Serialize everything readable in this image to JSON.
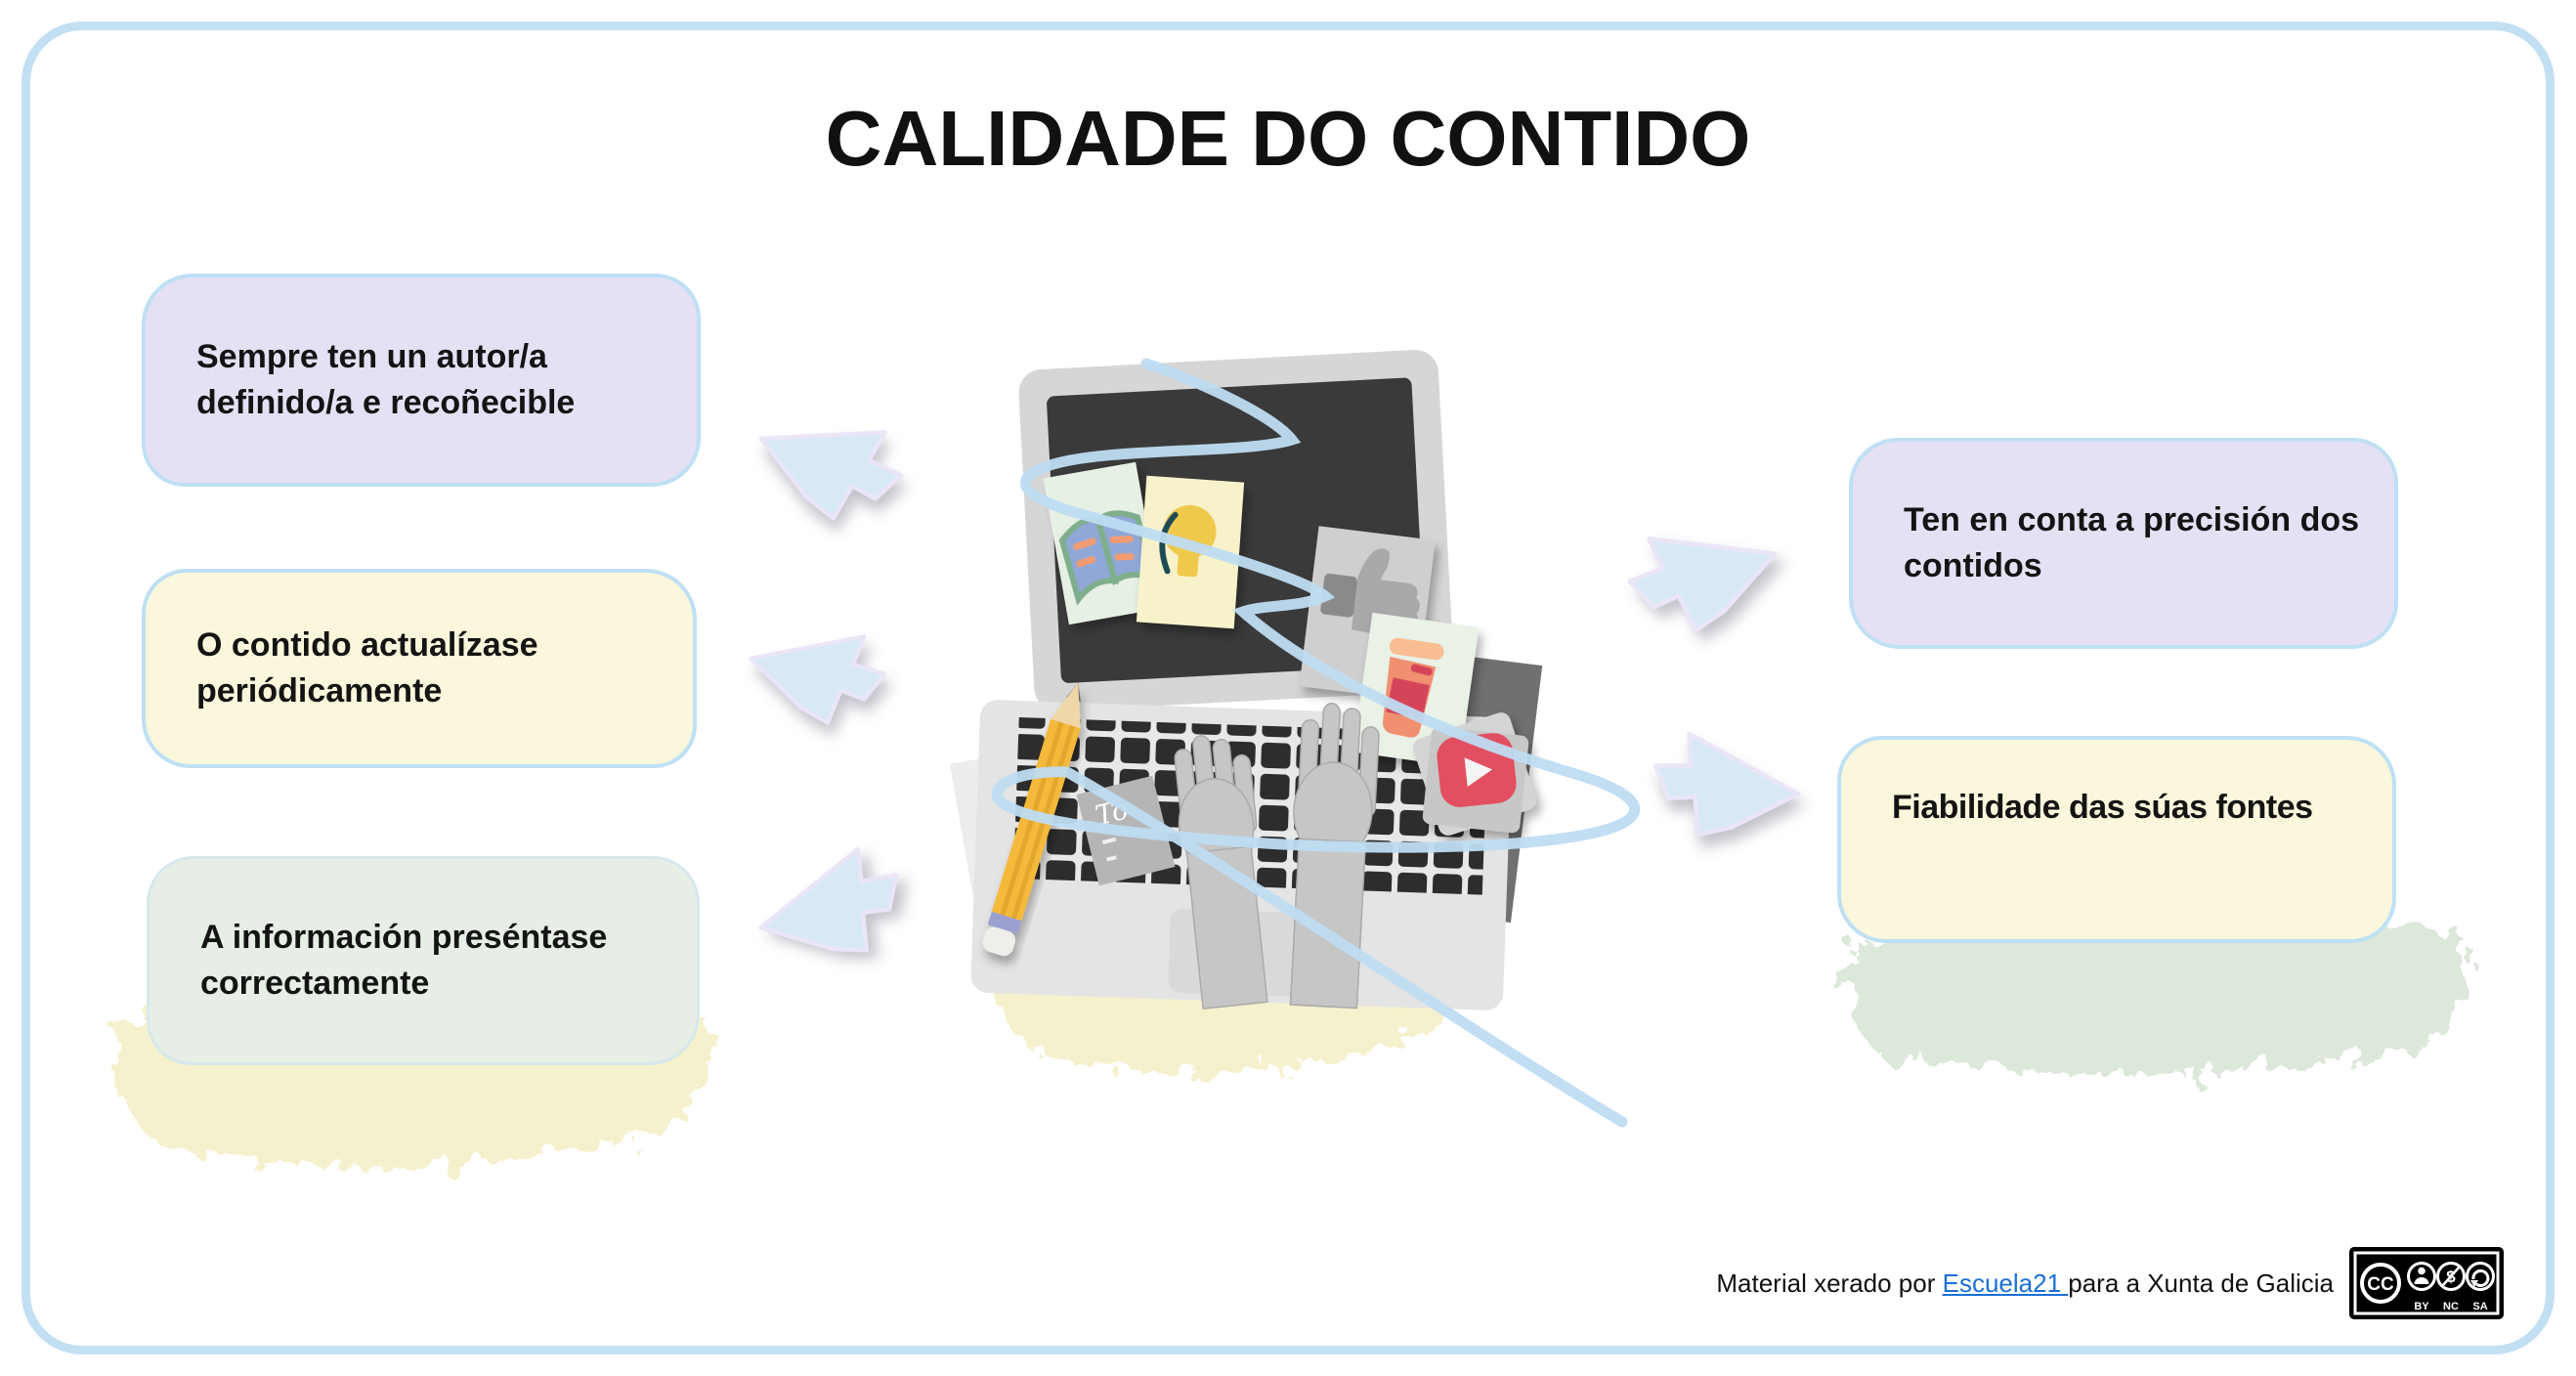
{
  "page": {
    "title": "CALIDADE DO CONTIDO"
  },
  "colors": {
    "frame_border": "#C3E0F3",
    "title_color": "#111111",
    "lavender": "#E6E0F4",
    "yellow": "#FAF7DD",
    "green": "#E6EEE5",
    "box_border": "#BEE0F4",
    "arrow_fill": "#D8E9F6",
    "arrow_stroke": "#EAE5F7",
    "squiggle": "#BEDCF2",
    "watercolor_yellow": "#F6F1CD",
    "watercolor_green": "#DCE8D9",
    "link": "#1B6FD8"
  },
  "boxes": {
    "left": [
      {
        "text": "Sempre ten un autor/a definido/a e recoñecible"
      },
      {
        "text": "O contido actualízase periódicamente"
      },
      {
        "text": "A información preséntase correctamente"
      }
    ],
    "right": [
      {
        "text": "Ten en conta a precisión dos contidos"
      },
      {
        "text": "Fiabilidade das súas fontes"
      }
    ]
  },
  "illustration": {
    "todo_note_text": "To"
  },
  "footer": {
    "prefix": "Material xerado por ",
    "link_label": "Escuela21 ",
    "suffix": "para a Xunta de Galicia",
    "badge": {
      "cc": "CC",
      "by": "BY",
      "nc": "NC",
      "sa": "SA"
    }
  }
}
